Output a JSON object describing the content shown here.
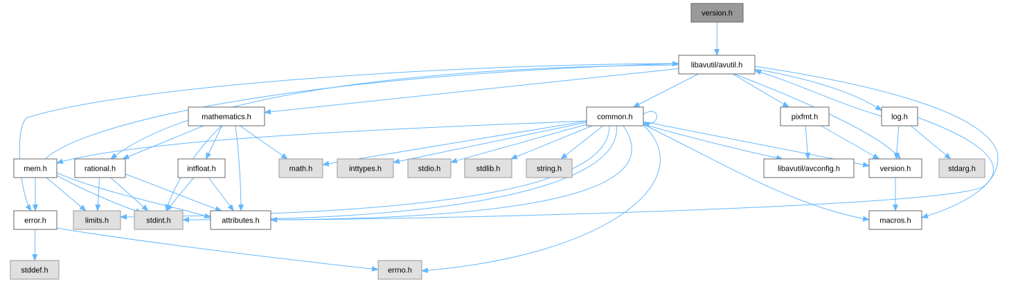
{
  "graph": {
    "title": "",
    "colors": {
      "edge": "#63b8ff",
      "root_fill": "#999999",
      "root_stroke": "#666666",
      "documented_fill": "#ffffff",
      "documented_stroke": "#666666",
      "external_fill": "#e0e0e0",
      "external_stroke": "#999999"
    },
    "nodes": [
      {
        "id": "version_root",
        "label": "version.h",
        "kind": "root"
      },
      {
        "id": "avutil",
        "label": "libavutil/avutil.h",
        "kind": "documented"
      },
      {
        "id": "mathematics",
        "label": "mathematics.h",
        "kind": "documented"
      },
      {
        "id": "common",
        "label": "common.h",
        "kind": "documented"
      },
      {
        "id": "pixfmt",
        "label": "pixfmt.h",
        "kind": "documented"
      },
      {
        "id": "log",
        "label": "log.h",
        "kind": "documented"
      },
      {
        "id": "mem",
        "label": "mem.h",
        "kind": "documented"
      },
      {
        "id": "rational",
        "label": "rational.h",
        "kind": "documented"
      },
      {
        "id": "intfloat",
        "label": "intfloat.h",
        "kind": "documented"
      },
      {
        "id": "math",
        "label": "math.h",
        "kind": "external"
      },
      {
        "id": "inttypes",
        "label": "inttypes.h",
        "kind": "external"
      },
      {
        "id": "stdio",
        "label": "stdio.h",
        "kind": "external"
      },
      {
        "id": "stdlib",
        "label": "stdlib.h",
        "kind": "external"
      },
      {
        "id": "string",
        "label": "string.h",
        "kind": "external"
      },
      {
        "id": "avconfig",
        "label": "libavutil/avconfig.h",
        "kind": "documented"
      },
      {
        "id": "version",
        "label": "version.h",
        "kind": "documented"
      },
      {
        "id": "stdarg",
        "label": "stdarg.h",
        "kind": "external"
      },
      {
        "id": "error",
        "label": "error.h",
        "kind": "documented"
      },
      {
        "id": "limits",
        "label": "limits.h",
        "kind": "external"
      },
      {
        "id": "stdint",
        "label": "stdint.h",
        "kind": "external"
      },
      {
        "id": "attributes",
        "label": "attributes.h",
        "kind": "documented"
      },
      {
        "id": "macros",
        "label": "macros.h",
        "kind": "documented"
      },
      {
        "id": "stddef",
        "label": "stddef.h",
        "kind": "external"
      },
      {
        "id": "errno",
        "label": "errno.h",
        "kind": "external"
      }
    ],
    "edges": [
      {
        "from": "version_root",
        "to": "avutil"
      },
      {
        "from": "avutil",
        "to": "common"
      },
      {
        "from": "avutil",
        "to": "mathematics"
      },
      {
        "from": "avutil",
        "to": "pixfmt"
      },
      {
        "from": "avutil",
        "to": "log"
      },
      {
        "from": "avutil",
        "to": "version"
      },
      {
        "from": "avutil",
        "to": "macros"
      },
      {
        "from": "avutil",
        "to": "error"
      },
      {
        "from": "avutil",
        "to": "rational"
      },
      {
        "from": "common",
        "to": "common"
      },
      {
        "from": "common",
        "to": "mem"
      },
      {
        "from": "common",
        "to": "math"
      },
      {
        "from": "common",
        "to": "inttypes"
      },
      {
        "from": "common",
        "to": "stdio"
      },
      {
        "from": "common",
        "to": "stdlib"
      },
      {
        "from": "common",
        "to": "string"
      },
      {
        "from": "common",
        "to": "avconfig"
      },
      {
        "from": "common",
        "to": "version"
      },
      {
        "from": "common",
        "to": "macros"
      },
      {
        "from": "common",
        "to": "errno"
      },
      {
        "from": "common",
        "to": "limits"
      },
      {
        "from": "common",
        "to": "stdint"
      },
      {
        "from": "common",
        "to": "attributes"
      },
      {
        "from": "mathematics",
        "to": "rational"
      },
      {
        "from": "mathematics",
        "to": "intfloat"
      },
      {
        "from": "mathematics",
        "to": "math"
      },
      {
        "from": "mathematics",
        "to": "stdint"
      },
      {
        "from": "mathematics",
        "to": "attributes"
      },
      {
        "from": "pixfmt",
        "to": "avconfig"
      },
      {
        "from": "pixfmt",
        "to": "version"
      },
      {
        "from": "log",
        "to": "avutil"
      },
      {
        "from": "log",
        "to": "version"
      },
      {
        "from": "log",
        "to": "stdarg"
      },
      {
        "from": "log",
        "to": "attributes"
      },
      {
        "from": "version",
        "to": "macros"
      },
      {
        "from": "mem",
        "to": "avutil"
      },
      {
        "from": "mem",
        "to": "error"
      },
      {
        "from": "mem",
        "to": "limits"
      },
      {
        "from": "mem",
        "to": "stdint"
      },
      {
        "from": "mem",
        "to": "attributes"
      },
      {
        "from": "rational",
        "to": "limits"
      },
      {
        "from": "rational",
        "to": "stdint"
      },
      {
        "from": "rational",
        "to": "attributes"
      },
      {
        "from": "intfloat",
        "to": "stdint"
      },
      {
        "from": "intfloat",
        "to": "attributes"
      },
      {
        "from": "error",
        "to": "stddef"
      },
      {
        "from": "error",
        "to": "errno"
      }
    ]
  }
}
